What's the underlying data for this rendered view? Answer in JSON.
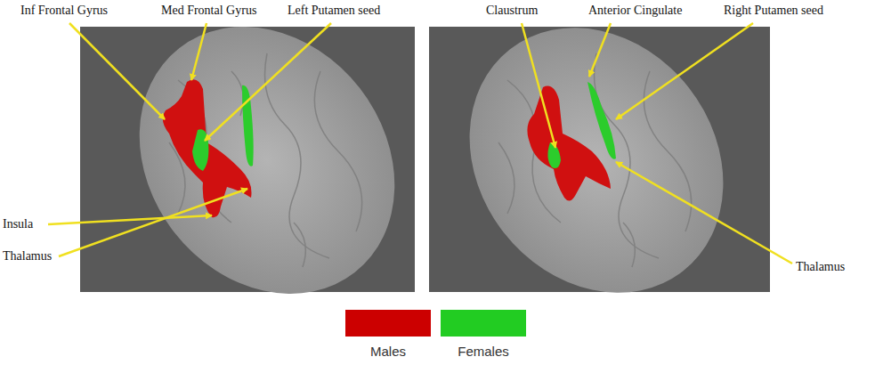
{
  "diagram": {
    "labels": [
      "Inf Frontal Gyrus",
      "Med Frontal Gyrus",
      "Left Putamen seed",
      "Claustrum",
      "Anterior Cingulate",
      "Right Putamen seed",
      "Insula",
      "Thalamus",
      "Thalamus"
    ],
    "legend": [
      {
        "text": "Males",
        "color": "#cc0000"
      },
      {
        "text": "Females",
        "color": "#22cc22"
      }
    ]
  }
}
